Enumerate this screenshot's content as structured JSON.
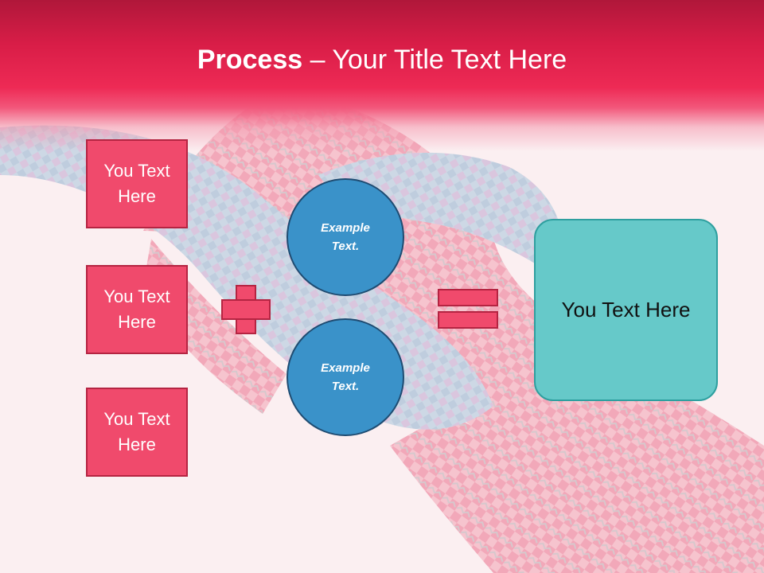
{
  "title": {
    "bold": "Process",
    "rest": " – Your Title Text Here"
  },
  "left_boxes": [
    {
      "label": "You Text Here"
    },
    {
      "label": "You Text Here"
    },
    {
      "label": "You Text Here"
    }
  ],
  "circles": [
    {
      "label": "Example Text."
    },
    {
      "label": "Example Text."
    }
  ],
  "result_box": {
    "label": "You Text Here"
  },
  "colors": {
    "header": "#e8234f",
    "box_fill": "#f04a6c",
    "box_border": "#b52442",
    "circle_fill": "#3a92c9",
    "circle_border": "#1f4c72",
    "result_fill": "#66c9c9",
    "result_border": "#2e9f9f",
    "background": "#fbeff1"
  },
  "icons": {
    "operator_1": "plus-icon",
    "operator_2": "equals-icon"
  }
}
